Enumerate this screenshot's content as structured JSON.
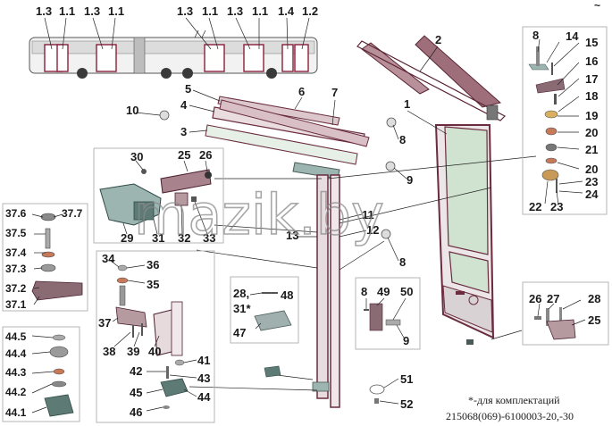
{
  "watermark": "mazik.by",
  "corner_mark": "~",
  "footnote": {
    "line1": "*-для комплектаций",
    "line2": "215068(069)-6100003-20,-30"
  },
  "labels": {
    "bus": [
      "1.3",
      "1.1",
      "1.3",
      "1.1",
      "1.3",
      "1.1",
      "1.3",
      "1.1",
      "1.4",
      "1.2"
    ],
    "main": {
      "n1": "1",
      "n2": "2",
      "n3": "3",
      "n4": "4",
      "n5": "5",
      "n6": "6",
      "n7": "7",
      "n8a": "8",
      "n8b": "8",
      "n9a": "9",
      "n10": "10",
      "n11": "11",
      "n12": "12",
      "n13": "13"
    },
    "upper_box": [
      "8",
      "14",
      "15",
      "16",
      "17",
      "18",
      "19",
      "20",
      "21",
      "20",
      "22",
      "23",
      "23",
      "24"
    ],
    "lock_box": [
      "30",
      "25",
      "26",
      "29",
      "31",
      "32",
      "33"
    ],
    "left_box": [
      "37.6",
      "37.7",
      "37.5",
      "37.4",
      "37.3",
      "37.2",
      "37.1"
    ],
    "mid_box": [
      "34",
      "36",
      "35",
      "37",
      "38",
      "39",
      "40",
      "41",
      "42",
      "43",
      "44",
      "45",
      "46"
    ],
    "bottom_left_box": [
      "44.5",
      "44.4",
      "44.3",
      "44.2",
      "44.1"
    ],
    "bracket_box": [
      "28,",
      "48",
      "31*",
      "47"
    ],
    "small_box": [
      "8",
      "49",
      "50",
      "9"
    ],
    "right_box": [
      "26",
      "27",
      "28",
      "25"
    ],
    "bottom_items": [
      "51",
      "52"
    ]
  }
}
